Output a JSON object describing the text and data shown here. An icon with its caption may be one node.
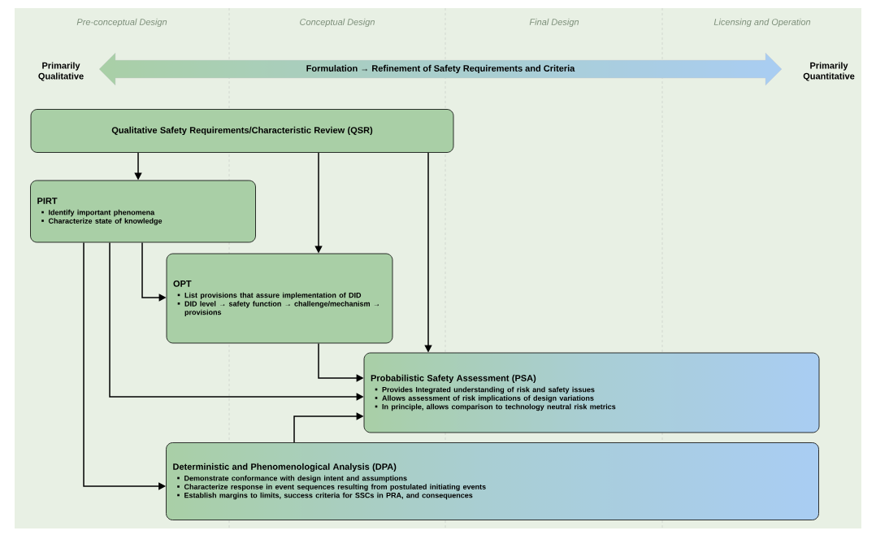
{
  "diagram": {
    "nodes": [
      {
        "text": [
          "Formulation → Refinement of Safety Requirements and Criteria"
        ]
      },
      {
        "text": [
          "Qualitative Safety Requirements/Characteristic Review (QSR)"
        ]
      },
      {
        "text": [
          "PIRT",
          "Identify important phenomena",
          "Characterize state of knowledge"
        ]
      },
      {
        "text": [
          "OPT",
          "List provisions that assure implementation of DID",
          "DID level → safety function → challenge/mechanism → provisions"
        ]
      },
      {
        "text": [
          "Probabilistic Safety Assessment (PSA)",
          "Provides Integrated understanding of risk and safety issues",
          "Allows assessment of risk implications of design variations",
          "In principle, allows comparison to technology neutral risk metrics"
        ]
      },
      {
        "text": [
          "Deterministic and Phenomenological Analysis (DPA)",
          "Demonstrate conformance with design intent and assumptions",
          "Characterize response in event sequences resulting from postulated initiating events",
          "Establish margins to limits, success criteria for SSCs in PRA, and consequences"
        ]
      }
    ],
    "edges": [
      {
        "from": 1,
        "to": 2,
        "arrow": "to"
      },
      {
        "from": 1,
        "to": 3,
        "arrow": "to"
      },
      {
        "from": 1,
        "to": 4,
        "arrow": "to"
      },
      {
        "from": 2,
        "to": 3,
        "arrow": "to"
      },
      {
        "from": 2,
        "to": 4,
        "arrow": "to"
      },
      {
        "from": 2,
        "to": 5,
        "arrow": "to"
      },
      {
        "from": 3,
        "to": 4,
        "arrow": "to"
      },
      {
        "from": 5,
        "to": 4,
        "arrow": "to"
      }
    ],
    "labels": [
      "Pre-conceptual Design",
      "Conceptual Design",
      "Final Design",
      "Licensing and Operation",
      "Primarily Qualitative",
      "Primarily Quantitative"
    ]
  }
}
